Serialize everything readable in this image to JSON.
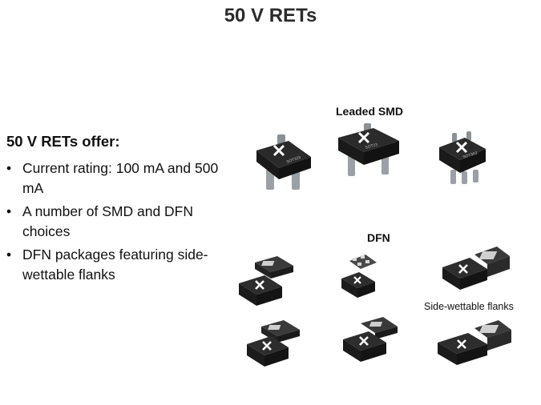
{
  "slide": {
    "title": "50 V RETs",
    "lead": "50 V RETs offer:",
    "bullets": [
      "Current rating: 100 mA and 500 mA",
      "A number of SMD and DFN choices",
      "DFN packages featuring side-wettable flanks"
    ],
    "bullet_glyph": "•"
  },
  "figure": {
    "leaded_label": "Leaded SMD",
    "dfn_label": "DFN",
    "side_wettable_label": "Side-wettable flanks",
    "package_markings": [
      "SOT323",
      "SOT23",
      "SOT363"
    ],
    "logo_icon": "nexperia-x-logo-icon"
  }
}
